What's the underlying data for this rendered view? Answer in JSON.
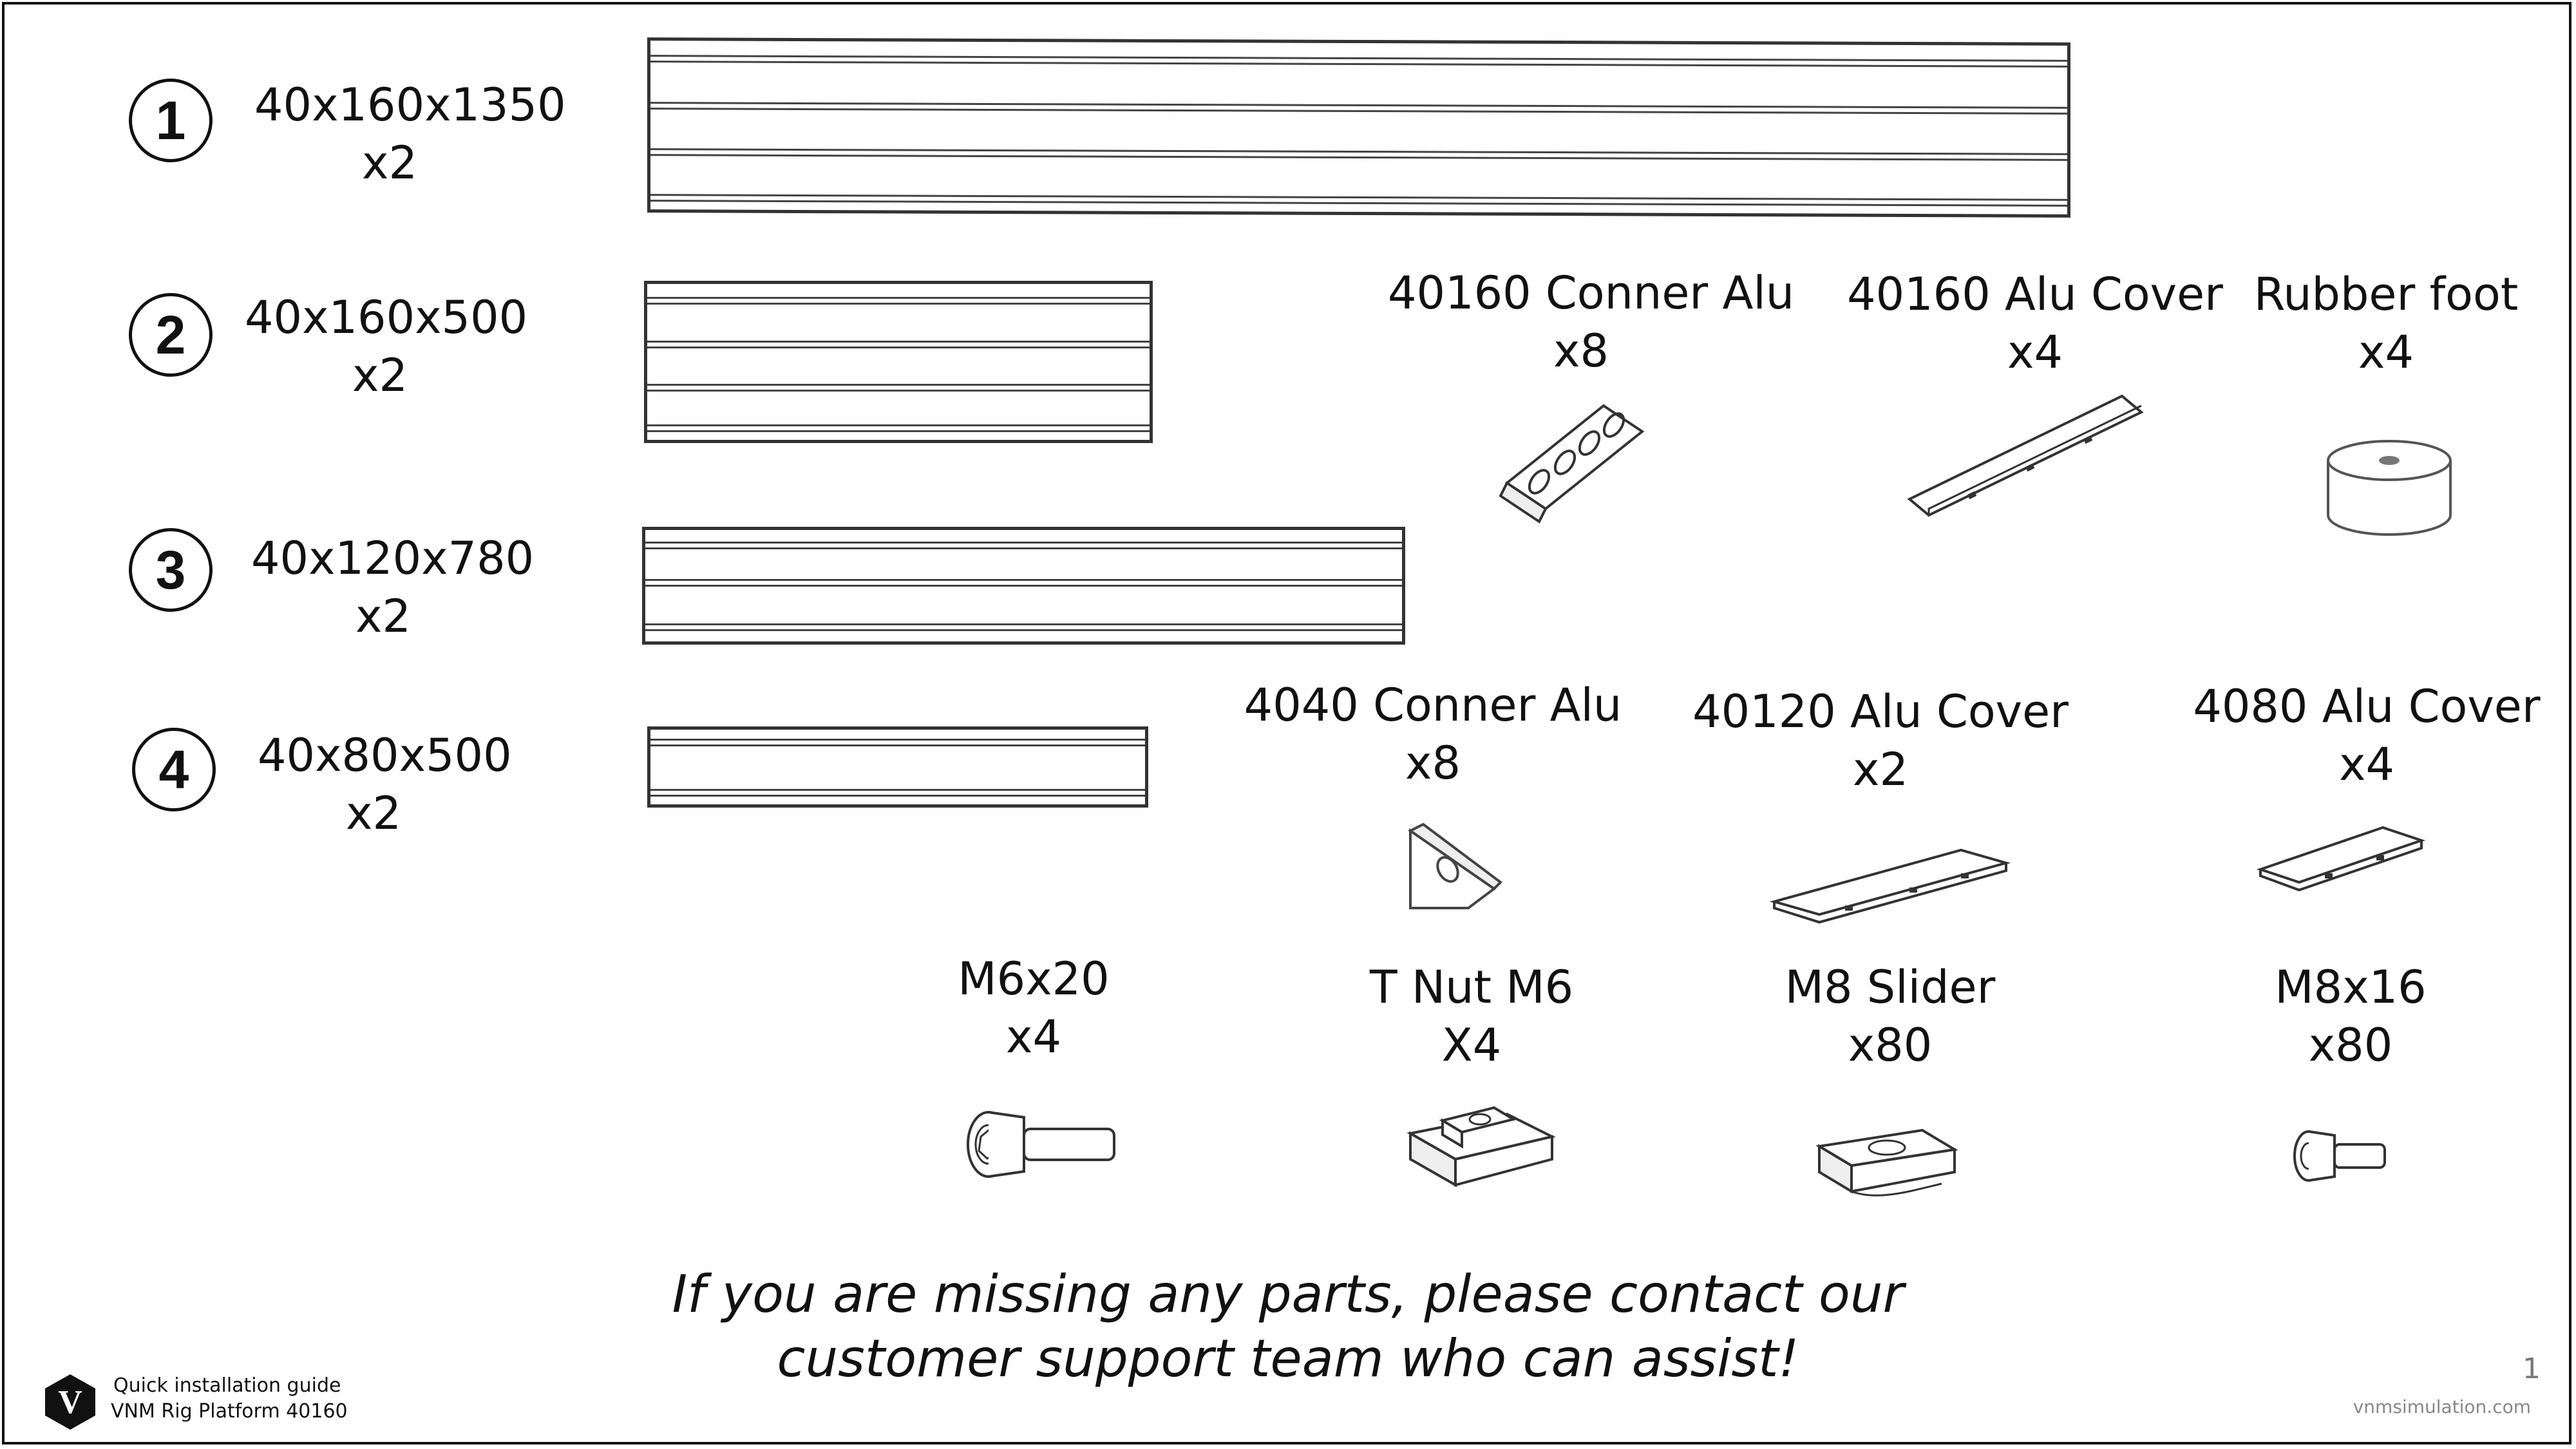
{
  "profiles": [
    {
      "number": "1",
      "size": "40x160x1350",
      "qty": "x2"
    },
    {
      "number": "2",
      "size": "40x160x500",
      "qty": "x2"
    },
    {
      "number": "3",
      "size": "40x120x780",
      "qty": "x2"
    },
    {
      "number": "4",
      "size": "40x80x500",
      "qty": "x2"
    }
  ],
  "parts": [
    {
      "name": "40160 Conner Alu",
      "qty": "x8",
      "icon": "corner-bracket-large-icon"
    },
    {
      "name": "40160 Alu Cover",
      "qty": "x4",
      "icon": "end-cover-large-icon"
    },
    {
      "name": "Rubber foot",
      "qty": "x4",
      "icon": "rubber-foot-icon"
    },
    {
      "name": "4040 Conner Alu",
      "qty": "x8",
      "icon": "corner-bracket-small-icon"
    },
    {
      "name": "40120 Alu Cover",
      "qty": "x2",
      "icon": "end-cover-medium-icon"
    },
    {
      "name": "4080 Alu Cover",
      "qty": "x4",
      "icon": "end-cover-small-icon"
    },
    {
      "name": "M6x20",
      "qty": "x4",
      "icon": "bolt-m6-icon"
    },
    {
      "name": "T Nut M6",
      "qty": "X4",
      "icon": "t-nut-icon"
    },
    {
      "name": "M8 Slider",
      "qty": "x80",
      "icon": "slider-nut-icon"
    },
    {
      "name": "M8x16",
      "qty": "x80",
      "icon": "bolt-m8-icon"
    }
  ],
  "message": {
    "line1": "If you are missing any parts, please contact our",
    "line2": "customer support team who can assist!"
  },
  "footer": {
    "logo_letter": "V",
    "line1": "Quick installation guide",
    "line2": "VNM Rig Platform 40160",
    "page_number": "1",
    "website": "vnmsimulation.com"
  }
}
